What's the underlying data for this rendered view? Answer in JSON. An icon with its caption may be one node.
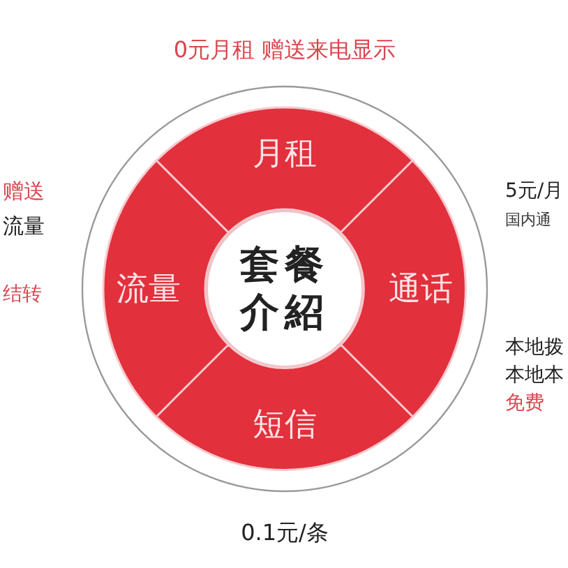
{
  "diagram": {
    "nodes": [
      {
        "text": [
          "月租"
        ]
      },
      {
        "text": [
          "流量"
        ]
      },
      {
        "text": [
          "套餐介紹"
        ]
      },
      {
        "text": [
          "通话"
        ]
      },
      {
        "text": [
          "短信"
        ]
      }
    ],
    "labels": [
      "0元月租 赠送来电显示",
      "赠送",
      "流量",
      "结转",
      "5元/月",
      "国内通",
      "本地拨",
      "本地本",
      "免费",
      "0.1元/条"
    ]
  }
}
